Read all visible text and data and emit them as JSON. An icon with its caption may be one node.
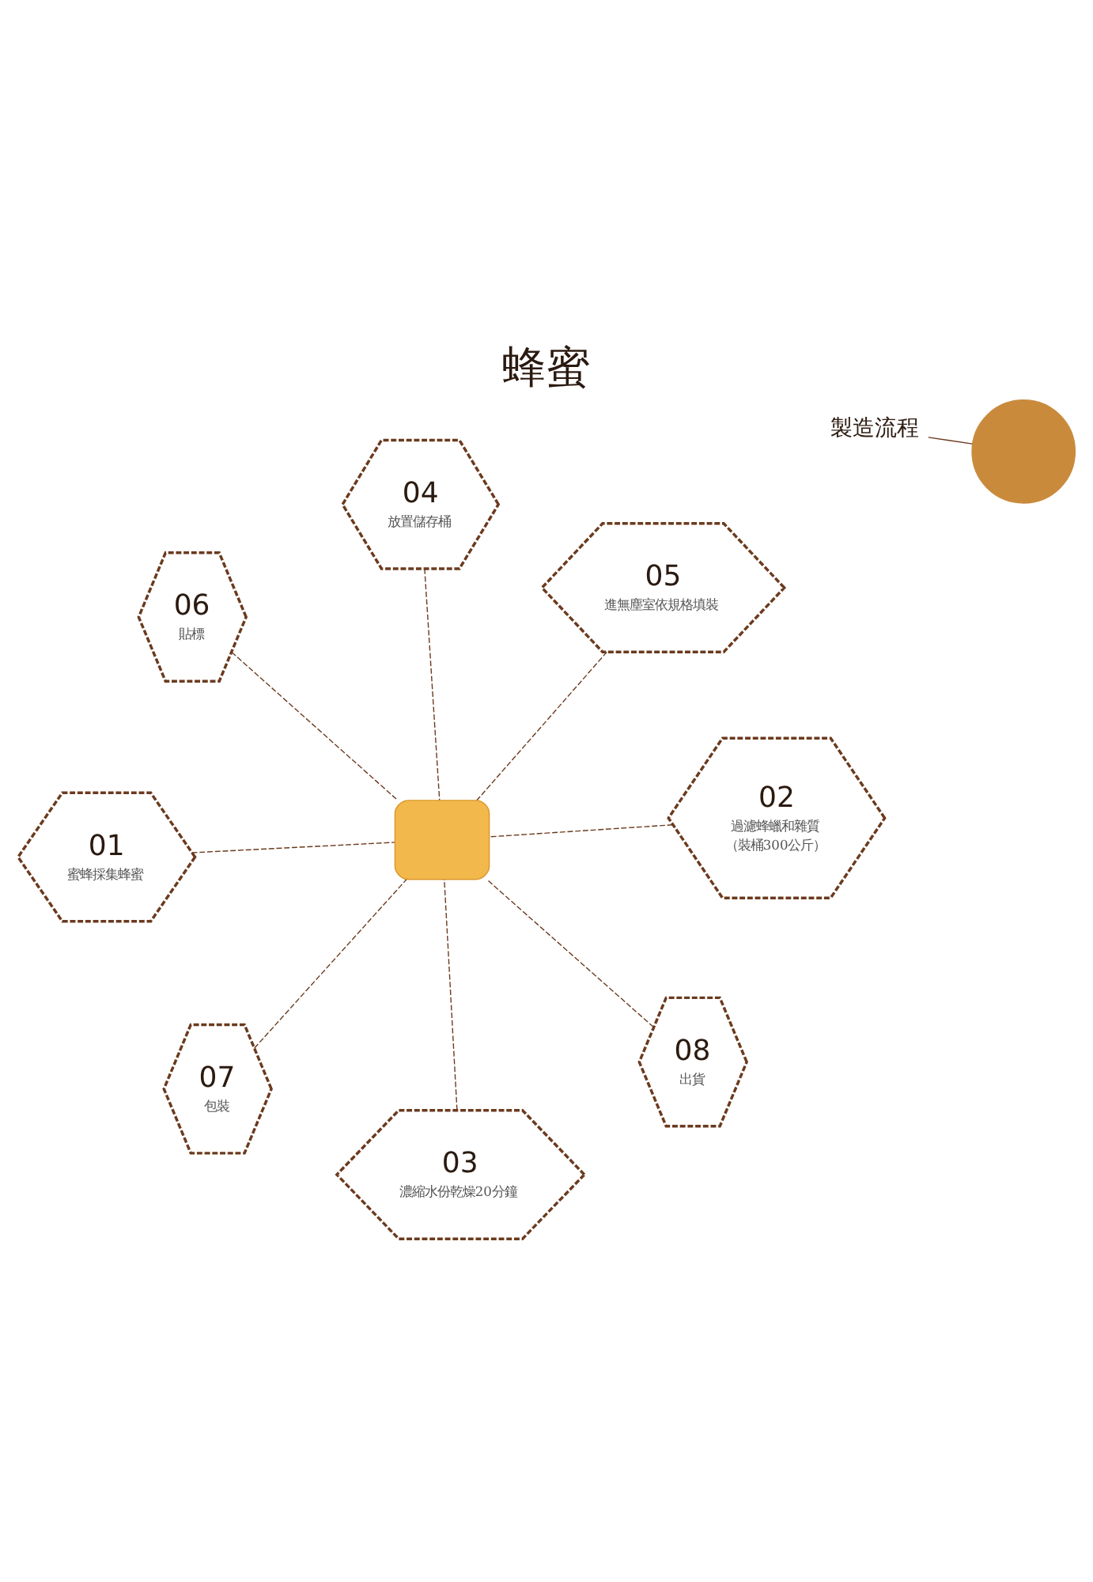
{
  "diagram": {
    "title": "蜂蜜",
    "nodes": [
      {
        "text": [
          "製造流程"
        ]
      },
      {
        "text": [],
        "shape": "circle"
      },
      {
        "text": [
          "01",
          "蜜蜂採集蜂蜜"
        ]
      },
      {
        "text": [
          "02",
          "過濾蜂蠟和雜質",
          "（裝桶300公斤）"
        ]
      },
      {
        "text": [
          "03",
          "濃縮水份乾燥20分鐘"
        ]
      },
      {
        "text": [
          "04",
          "放置儲存桶"
        ]
      },
      {
        "text": [
          "05",
          "進無塵室依規格填裝"
        ]
      },
      {
        "text": [
          "06",
          "貼標"
        ]
      },
      {
        "text": [
          "07",
          "包裝"
        ]
      },
      {
        "text": [
          "08",
          "出貨"
        ]
      },
      {
        "text": [],
        "shape": "box"
      }
    ],
    "edges": [
      {
        "from": 0,
        "to": 1,
        "arrow": "none"
      },
      {
        "from": 2,
        "to": 10,
        "arrow": "none",
        "style": "dashed"
      },
      {
        "from": 3,
        "to": 10,
        "arrow": "none",
        "style": "dashed"
      },
      {
        "from": 4,
        "to": 10,
        "arrow": "none",
        "style": "dashed"
      },
      {
        "from": 5,
        "to": 10,
        "arrow": "none",
        "style": "dashed"
      },
      {
        "from": 6,
        "to": 10,
        "arrow": "none",
        "style": "dashed"
      },
      {
        "from": 7,
        "to": 10,
        "arrow": "none",
        "style": "dashed"
      },
      {
        "from": 8,
        "to": 10,
        "arrow": "none",
        "style": "dashed"
      },
      {
        "from": 9,
        "to": 10,
        "arrow": "none",
        "style": "dashed"
      }
    ]
  }
}
